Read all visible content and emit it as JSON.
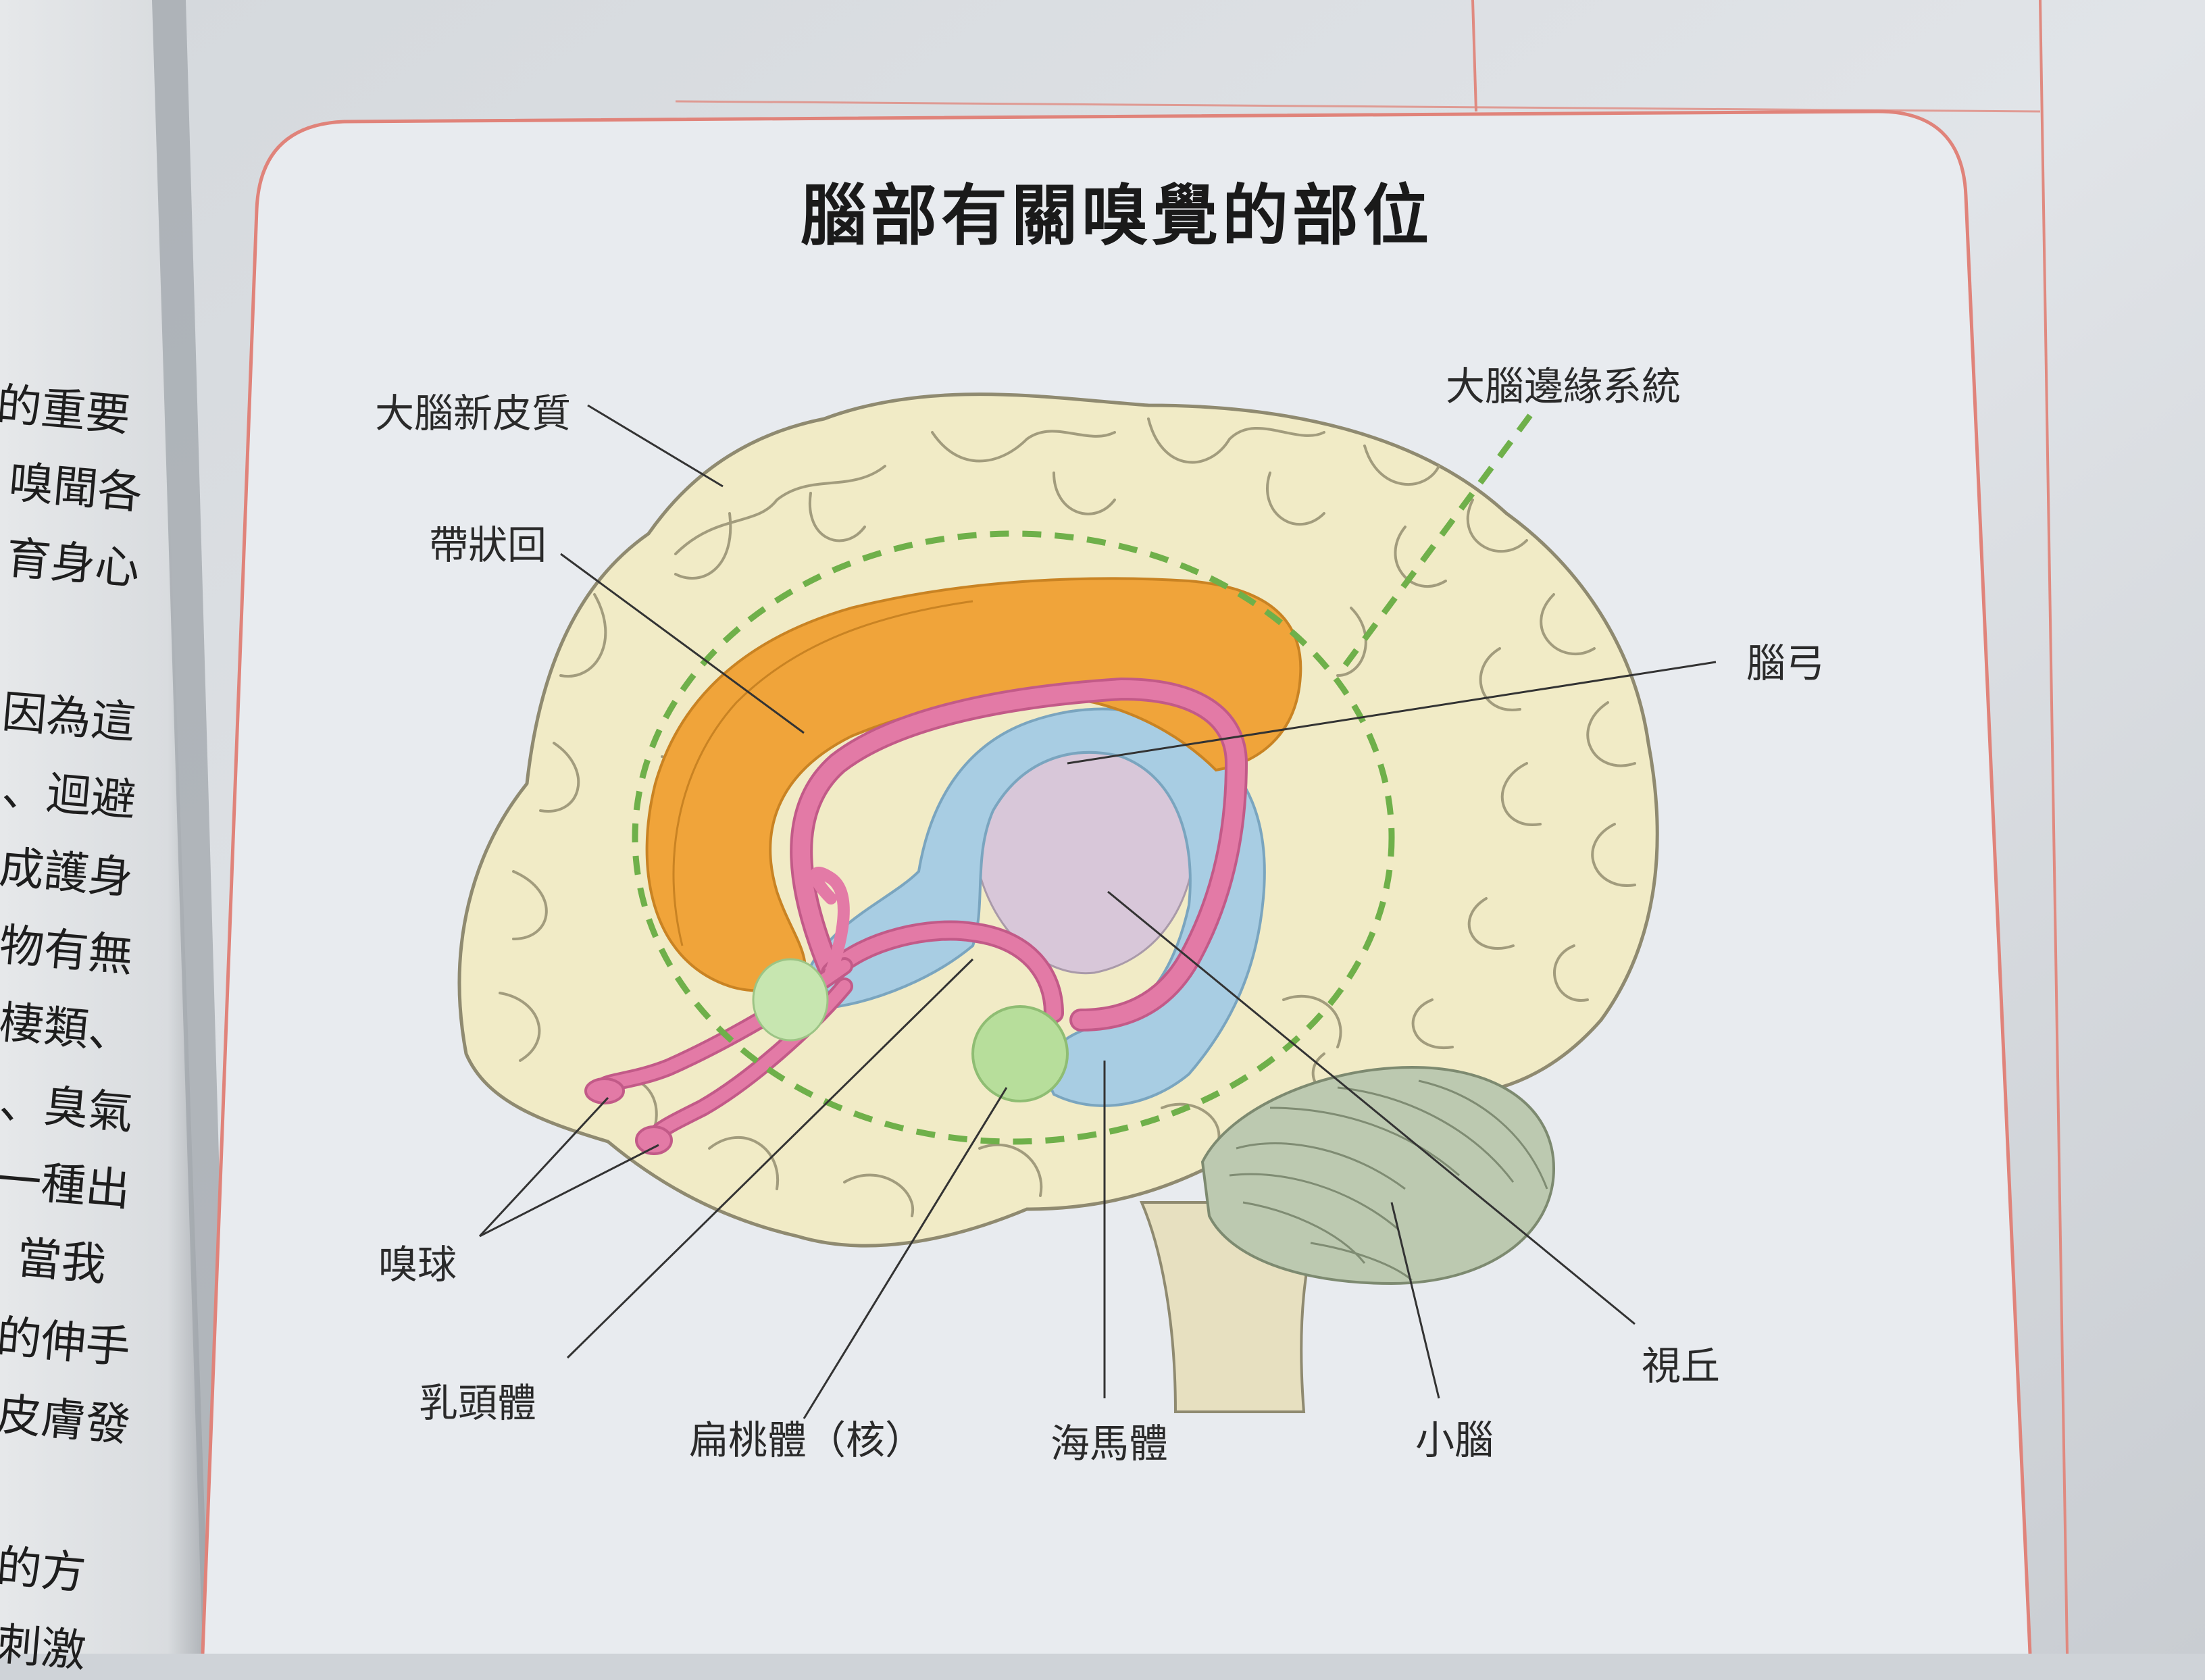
{
  "diagram": {
    "title": "腦部有關嗅覺的部位",
    "labels": {
      "neocortex": "大腦新皮質",
      "limbic_system": "大腦邊緣系統",
      "cingulate_gyrus": "帶狀回",
      "fornix": "腦弓",
      "olfactory_bulb": "嗅球",
      "mammillary_body": "乳頭體",
      "amygdala": "扁桃體（核）",
      "hippocampus": "海馬體",
      "cerebellum": "小腦",
      "thalamus": "視丘"
    }
  },
  "left_page_text": [
    "的重要",
    "嗅聞各",
    "育身心",
    "因為這",
    "、迴避",
    "成護身",
    "物有無",
    "棲類、",
    "、臭氣",
    "一種出",
    "當我",
    "的伸手",
    "皮膚發",
    "的方",
    "刺激"
  ],
  "colors": {
    "page": "#e7eaee",
    "frame": "#e0837a",
    "brain": "#f1ebc6",
    "brain_outline": "#8f8a70",
    "cingulate": "#f0a43a",
    "fornix": "#e37aa6",
    "hippocampus": "#a8cde3",
    "thalamus": "#d8c7d9",
    "amygdala": "#b7de9b",
    "cerebellum": "#bcc9b0",
    "limbic_dash": "#6fb04a"
  }
}
